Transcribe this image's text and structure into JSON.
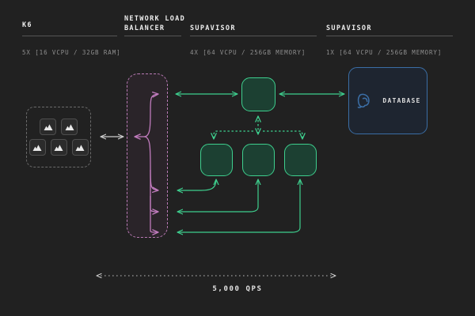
{
  "diagram": {
    "background_color": "#212121",
    "columns": [
      {
        "id": "k6",
        "title": "K6",
        "spec": "5X [16 VCPU / 32GB RAM]"
      },
      {
        "id": "network-load-balancer",
        "title": "NETWORK LOAD\nBALANCER",
        "spec": ""
      },
      {
        "id": "supavisor-pool",
        "title": "SUPAVISOR",
        "spec": "4X [64 VCPU / 256GB MEMORY]"
      },
      {
        "id": "supavisor-database",
        "title": "SUPAVISOR",
        "spec": "1X [64 VCPU / 256GB MEMORY]"
      }
    ],
    "k6_cluster": {
      "icon_count": 5,
      "icon_name": "k6-logo-icon",
      "border_style": "dashed",
      "border_color": "#6a6a6a"
    },
    "load_balancer": {
      "border_color": "#b97ab5",
      "fill_color": "#2a2429",
      "fanout_branches": 4
    },
    "supavisor_nodes": {
      "top_node_label": "",
      "bottom_node_labels": [
        "",
        "",
        ""
      ],
      "fill_color": "#1c4032",
      "border_color": "#3ecf8e"
    },
    "database": {
      "label": "DATABASE",
      "icon_name": "postgresql-elephant-icon",
      "border_color": "#3b6ea5",
      "fill_color": "#1e2530"
    },
    "throughput": {
      "label": "5,000 QPS",
      "arrow_style": "dotted-bidirectional"
    },
    "colors": {
      "green": "#3ecf8e",
      "pink": "#b97ab5",
      "blue": "#3b6ea5",
      "gray": "#8f8f8f",
      "white": "#ededed"
    }
  }
}
